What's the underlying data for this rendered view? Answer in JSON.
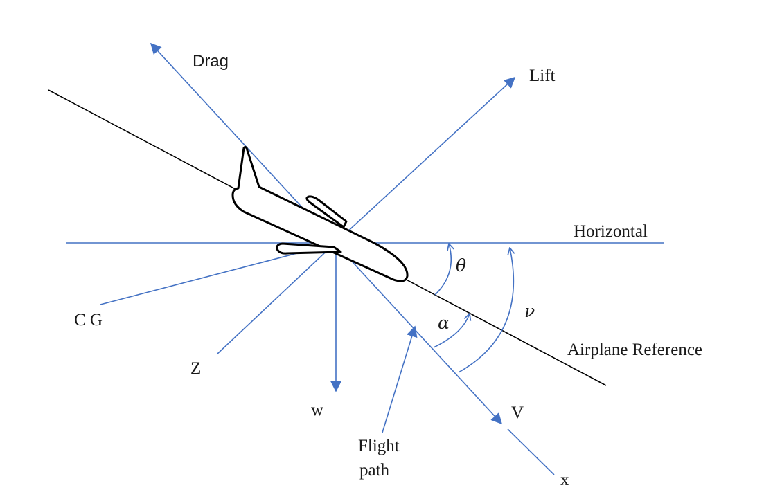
{
  "labels": {
    "drag": "Drag",
    "lift": "Lift",
    "horizontal": "Horizontal",
    "theta": "θ",
    "cg": "C G",
    "alpha": "α",
    "nu": "ν",
    "airplane_reference": "Airplane Reference",
    "z": "Z",
    "w": "w",
    "v": "V",
    "flight_path_line1": "Flight",
    "flight_path_line2": "path",
    "x": "x"
  },
  "colors": {
    "vector_blue": "#4472c4",
    "reference_black": "#000000",
    "background": "#ffffff"
  }
}
